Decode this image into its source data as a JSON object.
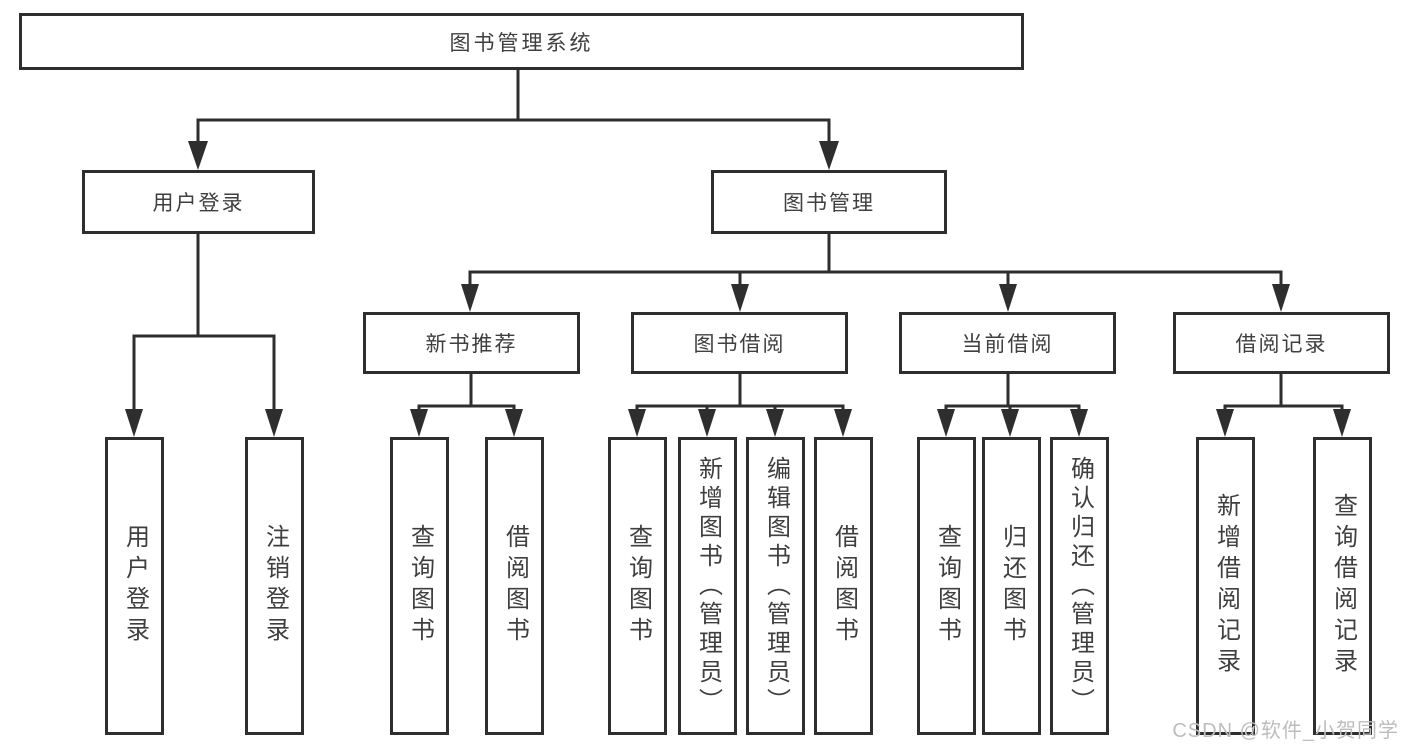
{
  "root": {
    "label": "图书管理系统"
  },
  "branches": {
    "user_login": {
      "label": "用户登录",
      "children": [
        {
          "label": "用户登录"
        },
        {
          "label": "注销登录"
        }
      ]
    },
    "book_management": {
      "label": "图书管理",
      "modules": [
        {
          "label": "新书推荐",
          "children": [
            {
              "label": "查询图书"
            },
            {
              "label": "借阅图书"
            }
          ]
        },
        {
          "label": "图书借阅",
          "children": [
            {
              "label": "查询图书"
            },
            {
              "label": "新增图书（管理员）"
            },
            {
              "label": "编辑图书（管理员）"
            },
            {
              "label": "借阅图书"
            }
          ]
        },
        {
          "label": "当前借阅",
          "children": [
            {
              "label": "查询图书"
            },
            {
              "label": "归还图书"
            },
            {
              "label": "确认归还（管理员）"
            }
          ]
        },
        {
          "label": "借阅记录",
          "children": [
            {
              "label": "新增借阅记录"
            },
            {
              "label": "查询借阅记录"
            }
          ]
        }
      ]
    }
  },
  "watermark": {
    "text": "CSDN @软件_小贺同学"
  },
  "colors": {
    "line": "#2e2e2e",
    "text": "#3f3f3f",
    "background": "#ffffff",
    "watermark": "#bdbdbd"
  }
}
